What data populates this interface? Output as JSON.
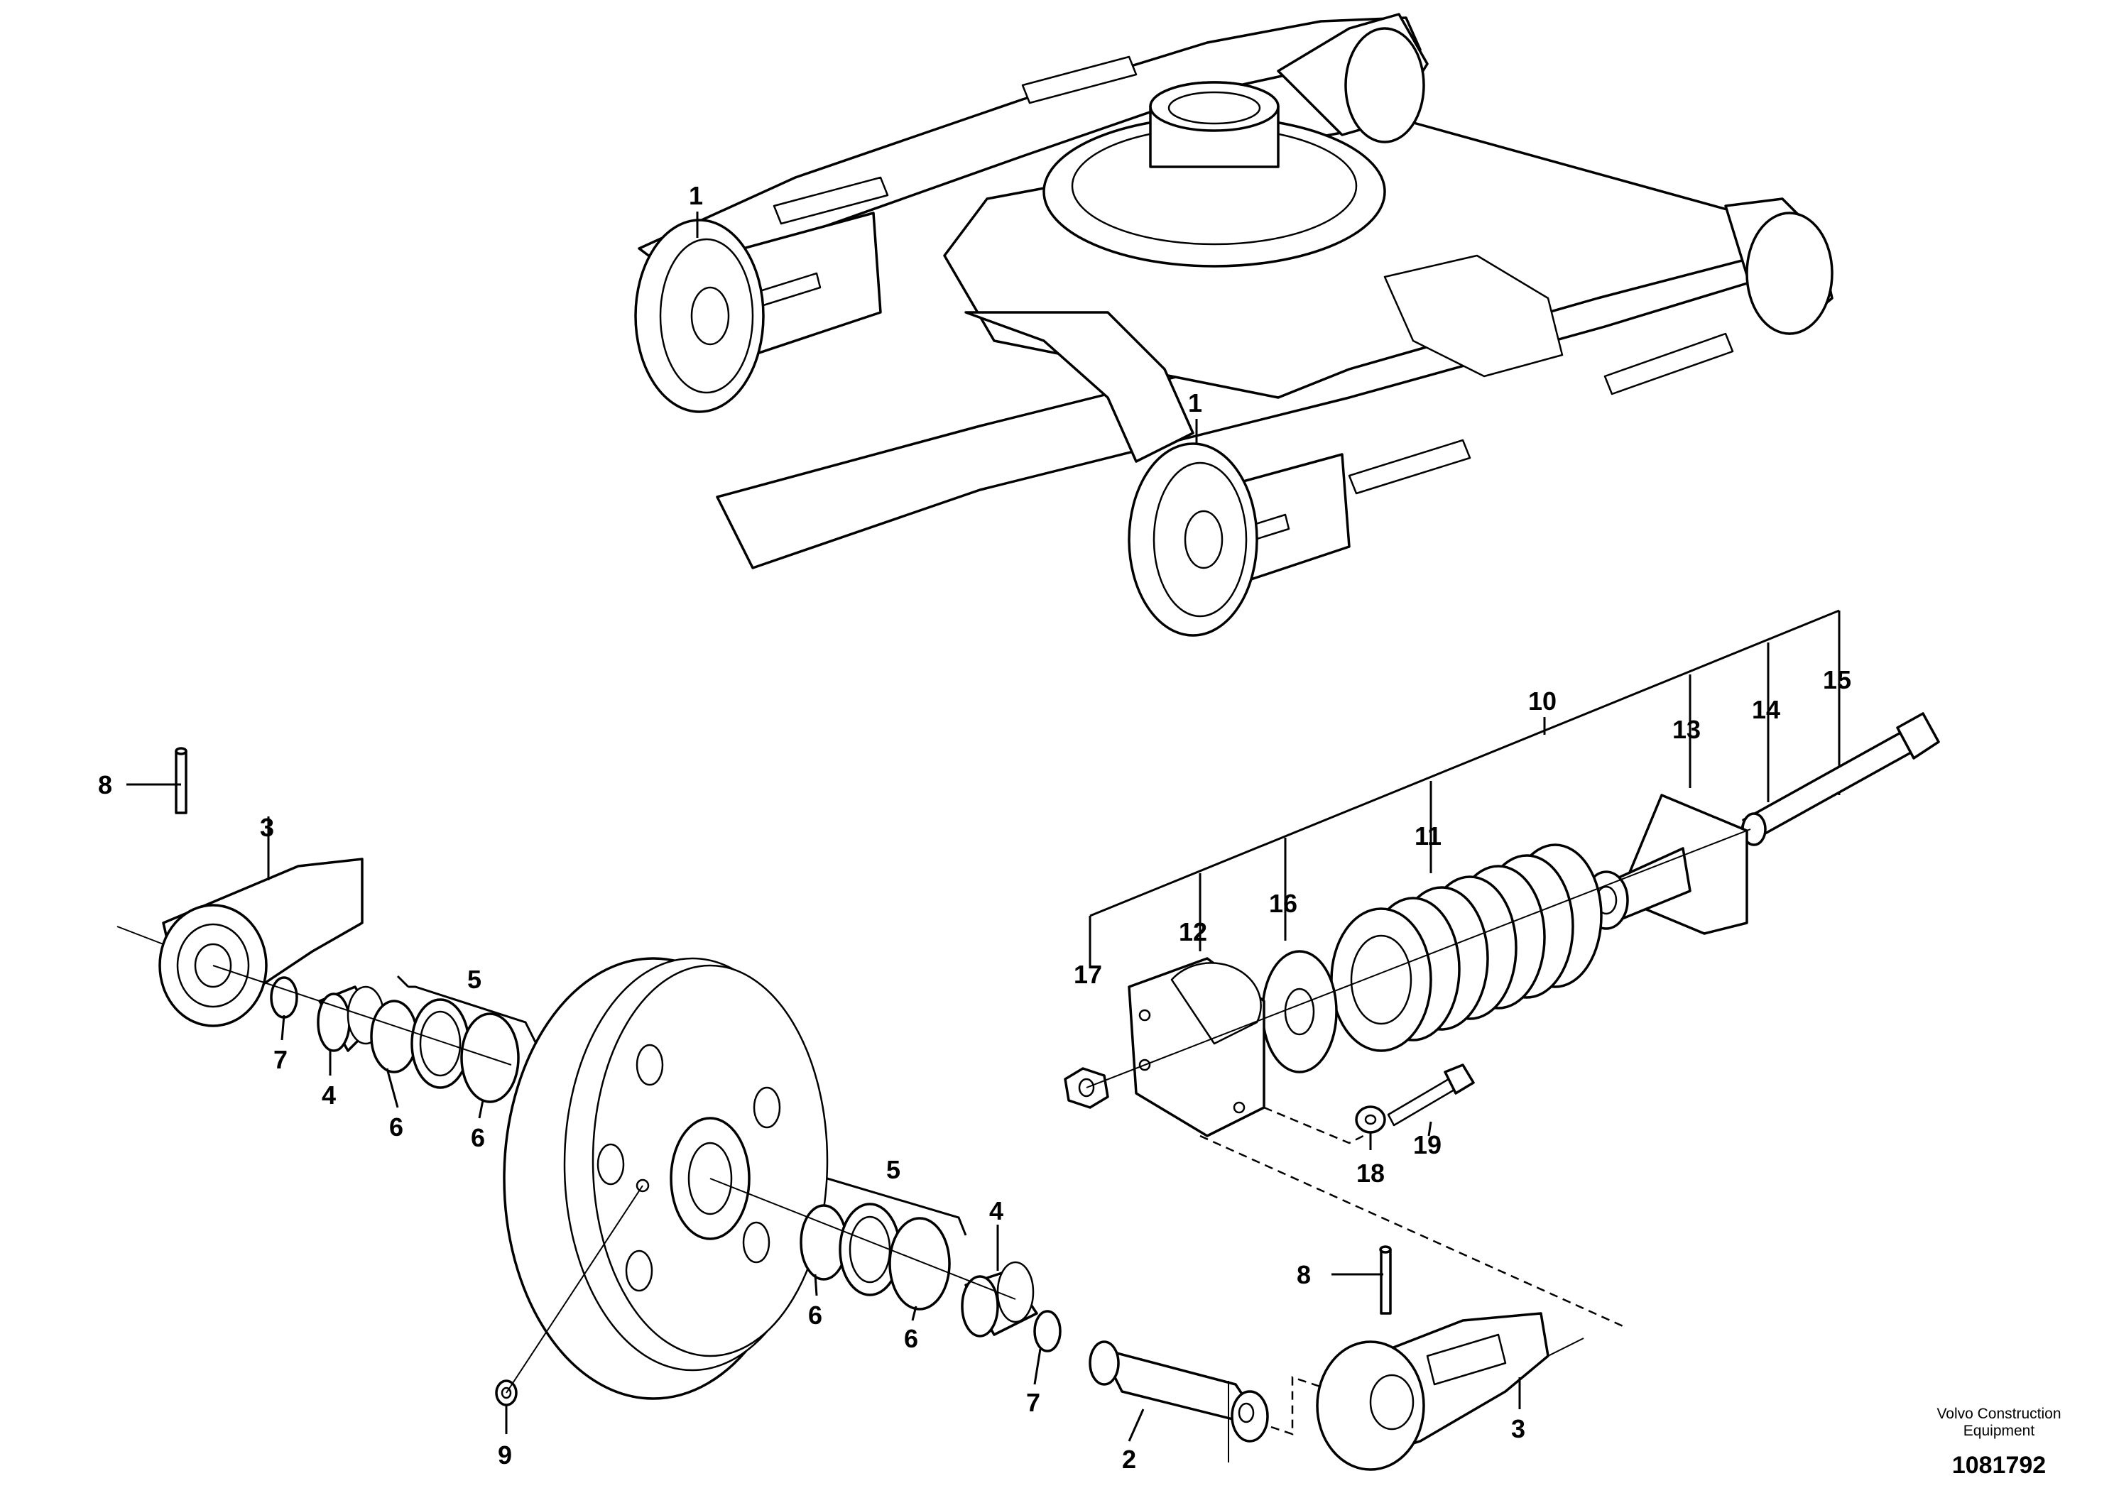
{
  "callouts": {
    "c1a": "1",
    "c1b": "1",
    "c2": "2",
    "c3a": "3",
    "c3b": "3",
    "c4a": "4",
    "c4b": "4",
    "c5a": "5",
    "c5b": "5",
    "c6a": "6",
    "c6b": "6",
    "c6c": "6",
    "c6d": "6",
    "c7a": "7",
    "c7b": "7",
    "c8a": "8",
    "c8b": "8",
    "c9": "9",
    "c10": "10",
    "c11": "11",
    "c12": "12",
    "c13": "13",
    "c14": "14",
    "c15": "15",
    "c16": "16",
    "c17": "17",
    "c18": "18",
    "c19": "19"
  },
  "footer": {
    "brand_line1": "Volvo Construction",
    "brand_line2": "Equipment",
    "drawing_number": "1081792"
  }
}
